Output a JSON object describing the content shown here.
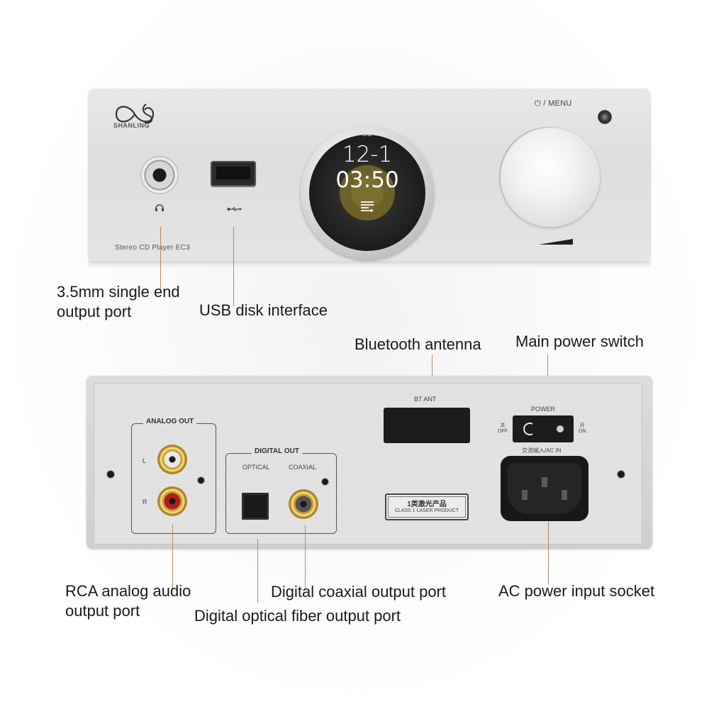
{
  "front_panel": {
    "brand": "SHANLING",
    "model_text": "Stereo CD Player  EC3",
    "display": {
      "source": "CD",
      "track": "12-1",
      "time": "03:50",
      "icon": "playlist-repeat-icon"
    },
    "menu_label": "⏻ / MENU",
    "headphone_icon": "∩",
    "usb_icon": "⮌"
  },
  "rear_panel": {
    "analog_out": {
      "title": "ANALOG OUT",
      "left": "L",
      "right": "R"
    },
    "digital_out": {
      "title": "DIGITAL OUT",
      "optical": "OPTICAL",
      "coaxial": "COAXIAL"
    },
    "bt_ant": "BT ANT",
    "power": {
      "title": "POWER",
      "off_cn": "关",
      "off": "OFF",
      "on_cn": "开",
      "on": "ON"
    },
    "ac_in": "交流输入/AC IN",
    "laser_label": {
      "cn": "1类激光产品",
      "en": "CLASS 1 LASER PRODUCT"
    }
  },
  "callouts": {
    "headphone": [
      "3.5mm single end",
      "output port"
    ],
    "usb": "USB disk interface",
    "bluetooth": "Bluetooth antenna",
    "power_switch": "Main power switch",
    "rca": [
      "RCA analog audio",
      "output port"
    ],
    "coaxial": "Digital coaxial output port",
    "optical": "Digital optical fiber output port",
    "ac": "AC power input socket"
  },
  "colors": {
    "callout_line": "#b58a6a",
    "rca_left": "#e6e6e6",
    "rca_right": "#b01e1e",
    "gold": "#d9b44a"
  }
}
